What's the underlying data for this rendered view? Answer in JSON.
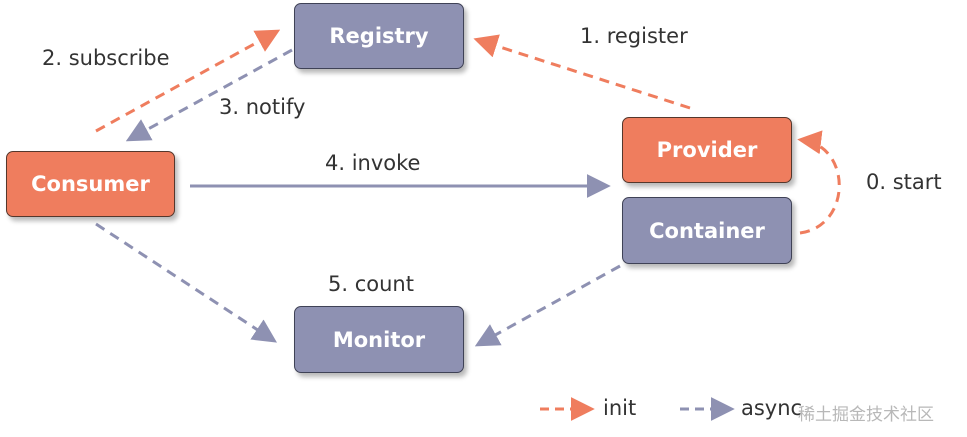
{
  "nodes": {
    "registry": "Registry",
    "consumer": "Consumer",
    "provider": "Provider",
    "container": "Container",
    "monitor": "Monitor"
  },
  "edges": {
    "register": "1. register",
    "subscribe": "2. subscribe",
    "notify": "3. notify",
    "invoke": "4. invoke",
    "count": "5. count",
    "start": "0. start"
  },
  "legend": {
    "init": "init",
    "async": "async"
  },
  "watermark": "稀土掘金技术社区",
  "colors": {
    "init": "#ef7d5e",
    "async": "#8e91b2",
    "invoke": "#8e91b2",
    "node_purple": "#8e91b2",
    "node_orange": "#ef7d5e"
  }
}
